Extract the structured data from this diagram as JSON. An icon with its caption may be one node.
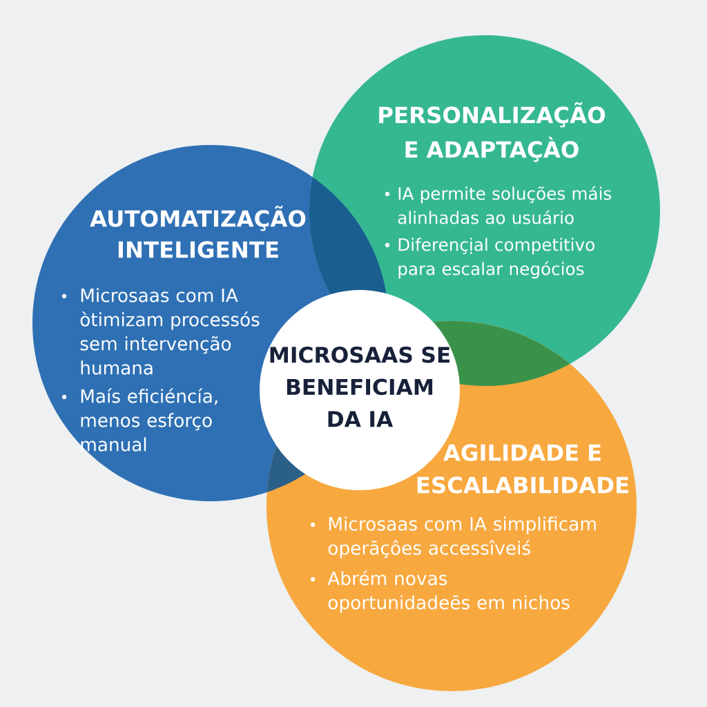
{
  "diagram": {
    "nodes": [
      {
        "text": [
          "AUTOMATIZAÇÃO INTELIGENTE",
          "Microsaas com IA òtimizam processós sem intervenção humana",
          "Maís eficiéncía, menos esforço manual"
        ]
      },
      {
        "text": [
          "PERSONALIZAÇÃO E ADAPTAÇÀO",
          "IA permite soluções máis alinhadas ao usuário",
          "Diferençịal competitivo para escalar negócios"
        ]
      },
      {
        "text": [
          "AGILIDADE E ESCALABILIDADE",
          "Microsaas com IA simplificam operāçôes accessîveiś",
          "Abrém novas oportunidadeēs em nichos"
        ]
      },
      {
        "text": [
          "MICROSAAS SE BENEFICIAM DA IA"
        ]
      }
    ]
  }
}
